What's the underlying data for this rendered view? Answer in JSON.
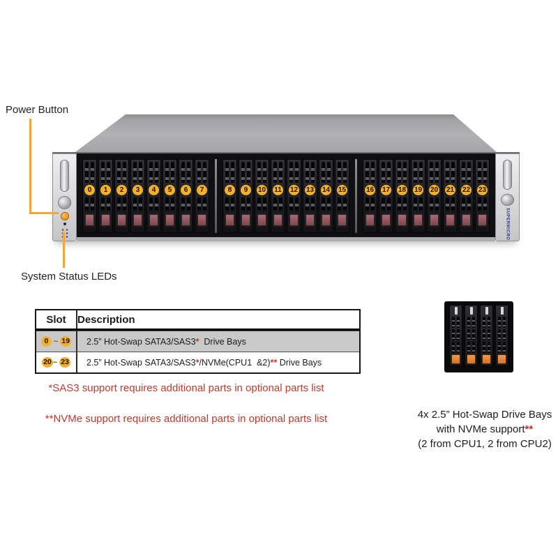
{
  "colors": {
    "annotation_line": "#F0A73C",
    "bay_number_circle": "#F3B02E",
    "note_red": "#C0392B",
    "table_alt_row_bg": "#C9C9C9",
    "latch_maroon": "#8E535B",
    "mini_button_orange": "#E8893B"
  },
  "annotations": {
    "power_button_label": "Power Button",
    "system_status_label": "System Status LEDs"
  },
  "server": {
    "brand_vertical": "SUPERMICRO",
    "bay_numbers": [
      "0",
      "1",
      "2",
      "3",
      "4",
      "5",
      "6",
      "7",
      "8",
      "9",
      "10",
      "11",
      "12",
      "13",
      "14",
      "15",
      "16",
      "17",
      "18",
      "19",
      "20",
      "21",
      "22",
      "23"
    ]
  },
  "table": {
    "headers": {
      "slot": "Slot",
      "description": "Description"
    },
    "rows": [
      {
        "slot_from": "0",
        "slot_sep": " ~ ",
        "slot_to": "19",
        "desc_pre": "2.5” Hot-Swap SATA3/SAS3",
        "desc_mark1": "*",
        "desc_mid": "",
        "desc_mark2": "",
        "desc_post": "  Drive Bays"
      },
      {
        "slot_from": "20",
        "slot_sep": "~ ",
        "slot_to": "23",
        "desc_pre": "2.5” Hot-Swap SATA3/SAS3",
        "desc_mark1": "*",
        "desc_mid": "/NVMe(CPU1  &2)",
        "desc_mark2": "**",
        "desc_post": " Drive Bays"
      }
    ]
  },
  "notes": [
    "*SAS3 support requires additional parts in optional parts list",
    "**NVMe support requires additional parts in optional parts list"
  ],
  "mini": {
    "caption_line1": "4x 2.5” Hot-Swap Drive Bays",
    "caption_line2_pre": "with NVMe support",
    "caption_line2_mark": "**",
    "caption_line3": "(2 from CPU1, 2 from CPU2)"
  }
}
